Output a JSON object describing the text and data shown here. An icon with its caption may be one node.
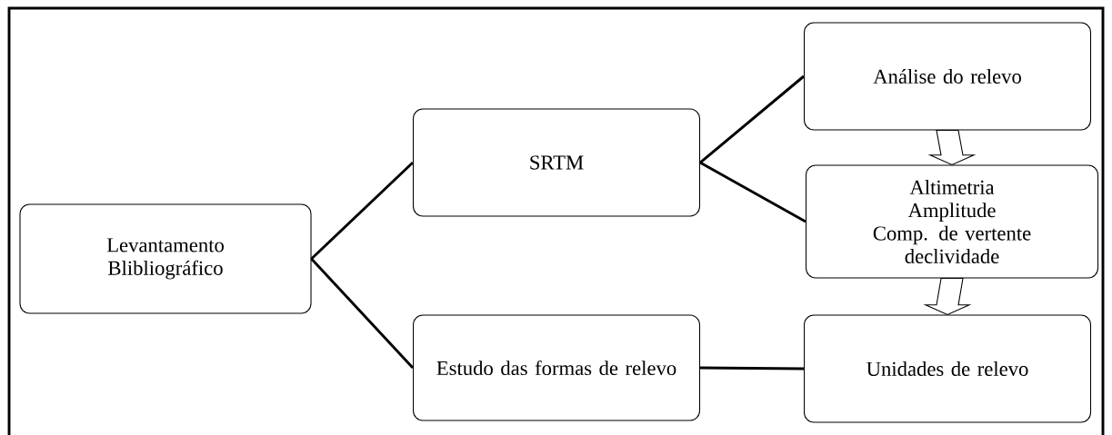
{
  "diagram": {
    "nodes": [
      {
        "text": [
          "Levantamento Blibliográfico"
        ]
      },
      {
        "text": [
          "SRTM"
        ]
      },
      {
        "text": [
          "Estudo das formas de relevo"
        ]
      },
      {
        "text": [
          "Análise do relevo"
        ]
      },
      {
        "text": [
          "Altimetria",
          "Amplitude",
          "Comp. de vertente",
          "declividade"
        ]
      },
      {
        "text": [
          "Unidades de relevo"
        ]
      }
    ],
    "edges": [
      {
        "from": 0,
        "to": 1,
        "arrow": "none"
      },
      {
        "from": 0,
        "to": 2,
        "arrow": "none"
      },
      {
        "from": 1,
        "to": 3,
        "arrow": "none"
      },
      {
        "from": 1,
        "to": 4,
        "arrow": "none"
      },
      {
        "from": 2,
        "to": 5,
        "arrow": "none"
      },
      {
        "from": 3,
        "to": 4,
        "arrow": "to"
      },
      {
        "from": 4,
        "to": 5,
        "arrow": "to"
      }
    ]
  }
}
